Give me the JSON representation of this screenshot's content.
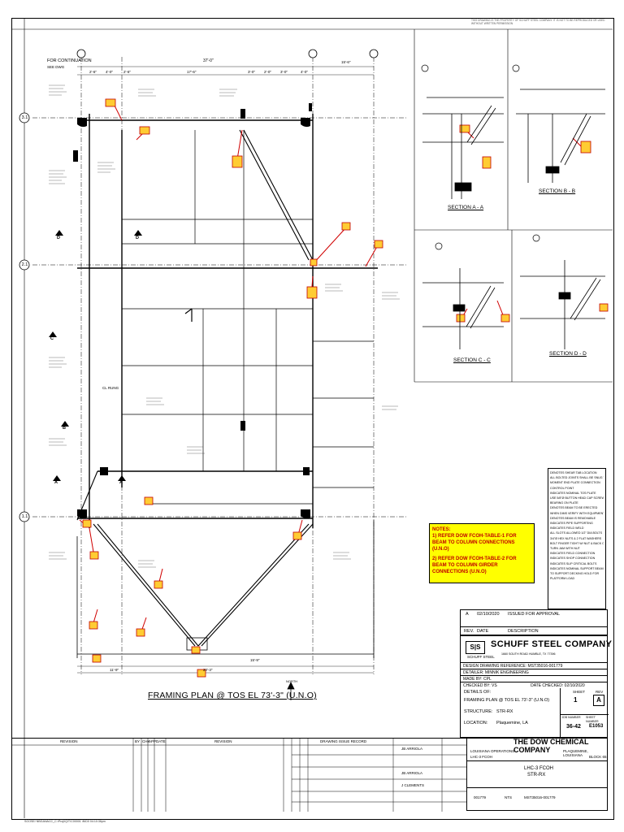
{
  "header": {
    "top_notice": "THIS DRAWING IS THE PROPERTY OF SCHUFF STEEL COMPANY. IT IS NOT TO BE REPRODUCED OR USED WITHOUT WRITTEN PERMISSION"
  },
  "plan": {
    "title": "FRAMING PLAN @ TOS EL 73'-3\" (U.N.O)",
    "north_label": "NORTH",
    "for_continuation": "FOR CONTINUATION",
    "see_dwg": "SEE DWG",
    "grid_labels": [
      "3.1",
      "2.1",
      "1.1"
    ],
    "section_marks": [
      "D",
      "D",
      "C",
      "B",
      "A",
      "A"
    ],
    "zone_number": "1",
    "top_dims": [
      "2'-6\"",
      "4'-0\"",
      "2'-6\"",
      "17'-6\"",
      "3'-0\"",
      "2'-0\"",
      "3'-0\"",
      "4'-0\"",
      "15'-6\""
    ],
    "overall_dim": "37'-0\"",
    "bottom_dims": [
      "11'-9\"",
      "20'-3\"",
      "15'-9\""
    ],
    "center_label": "CL RUNG"
  },
  "sections": [
    {
      "title": "SECTION A - A"
    },
    {
      "title": "SECTION B - B"
    },
    {
      "title": "SECTION C - C"
    },
    {
      "title": "SECTION D - D"
    }
  ],
  "notes": {
    "heading": "NOTES:",
    "note1": "1) REFER DOW FCOH-TABLE-1 FOR BEAM TO COLUMN CONNECTIONS (U.N.O)",
    "note2": "2) REFER DOW FCOH-TABLE-2 FOR BEAM TO COLUMN GIRDER CONNECTIONS (U.N.O)"
  },
  "legend": {
    "rows": [
      "DENOTES SHEAR TAB LOCATION",
      "ALL BOLTED JOINTS SHALL BE SNUG TIGHT (U.N.O)",
      "MOMENT END PLATE CONNECTION",
      "CONTROL POINT",
      "INDICATES NOMINAL TOS PLATE",
      "USE 5/8\"Ø BUTTON HEAD CAP SCREW BOLTS",
      "BEARING ON PLATE",
      "DENOTES BEAM TO BE ERECTED",
      "WHEN DIMS VERIFY WITH EQUIPMENT",
      "DENOTES BEAM IS REMOVABLE",
      "INDICATES PIPE SUPPORTING",
      "INDICATES FIELD WELD",
      "ALL SLOTS ALLOWED 1/2\" DIA BOLTS",
      "3/4\"Ø HEX NUTS & 2 FLAT WASHERS",
      "BOLT FINGER TIGHT W/ NUT & BACK OFF",
      "TURN JAM WITH NUT",
      "INDICATES FIELD CONNECTION",
      "INDICATES SHOP CONNECTION",
      "INDICATES SLIP CRITICAL BOLTS",
      "INDICATES NOMINAL SUPPORT BEAM",
      "TO SUPPORT DECKING HOLD FOR",
      "PLATFORM LOAD"
    ]
  },
  "revision": {
    "rev": "A",
    "date": "02/10/2020",
    "description": "ISSUED FOR APPROVAL",
    "rev_header": "REV.",
    "date_header": "DATE",
    "desc_header": "DESCRIPTION"
  },
  "title_block": {
    "company": "SCHUFF STEEL COMPANY",
    "company_short": "SCHUFF STEEL",
    "address": "1660 SOUTH ROAD  HUMBLE, TX 77396",
    "design_ref": "DESIGN DRAWING REFERENCE: MST35016-001779",
    "detailer": "DETAILER:  MINNIK ENGINEERING",
    "made_by": "MADE BY:  CPL",
    "checked_by": "CHECKED BY:  VS",
    "date_checked": "DATE CHECKED:  02/10/2020",
    "details_of": "FRAMING PLAN @ TOS EL 73'-3\" (U.N.O)",
    "details_of_label": "DETAILS OF:",
    "structure_label": "STRUCTURE:",
    "structure": "STR-RX",
    "location_label": "LOCATION:",
    "location": "Plaquemine, LA",
    "sheet_label": "SHEET",
    "sheet": "1",
    "rev_label": "REV",
    "rev_value": "A",
    "job_number_label": "JOB NUMBER",
    "job_number": "36-42",
    "sheet_number_label": "SHEET NUMBER",
    "sheet_number": "E1053"
  },
  "client_block": {
    "client": "THE DOW CHEMICAL COMPANY",
    "ops": "LOUISIANA OPERATIONS",
    "city": "PLAQUEMINE, LOUISIANA",
    "unit": "LHC-3 FCOH",
    "block": "BLOCK 65",
    "line1": "LHC-3 FCOH",
    "line2": "STR-RX",
    "scale": "NTS",
    "dwg_no": "MST35016-001779",
    "code": "001779"
  },
  "rev_table": {
    "col_revision": "REVISION",
    "col_by": "BY",
    "col_chk": "CHK",
    "col_app": "APP",
    "col_date": "DATE",
    "issue_record": "DRAWING ISSUE RECORD",
    "drawn_by": "JB ARRIOLA",
    "checked": "JB ARRIOLA",
    "approved": "J CLEMENTS"
  },
  "footer": {
    "file": "SOOSE/ NBGANACC_C:\\Proj\\IQ\\T\\C00001 \\N\\D0  04:10:36pm"
  }
}
